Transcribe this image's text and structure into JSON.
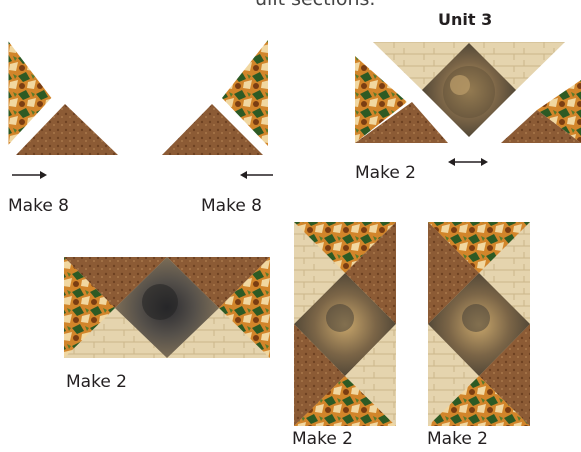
{
  "heading_fragment": "uilt sections.",
  "unit_title": "Unit 3",
  "labels": {
    "make8_left": "Make 8",
    "make8_right": "Make 8",
    "make2_unit3": "Make 2",
    "make2_rect": "Make 2",
    "make2_tall_left": "Make 2",
    "make2_tall_right": "Make 2"
  },
  "fabrics": {
    "floral": "#c9781d",
    "brown": "#8a5a34",
    "light_wood": "#e3d2ab",
    "dog_photo": "#6b5a43",
    "dog_dark": "#3a3a42"
  },
  "icons": [
    "arrow-right-icon",
    "arrow-left-icon",
    "double-arrow-icon"
  ]
}
